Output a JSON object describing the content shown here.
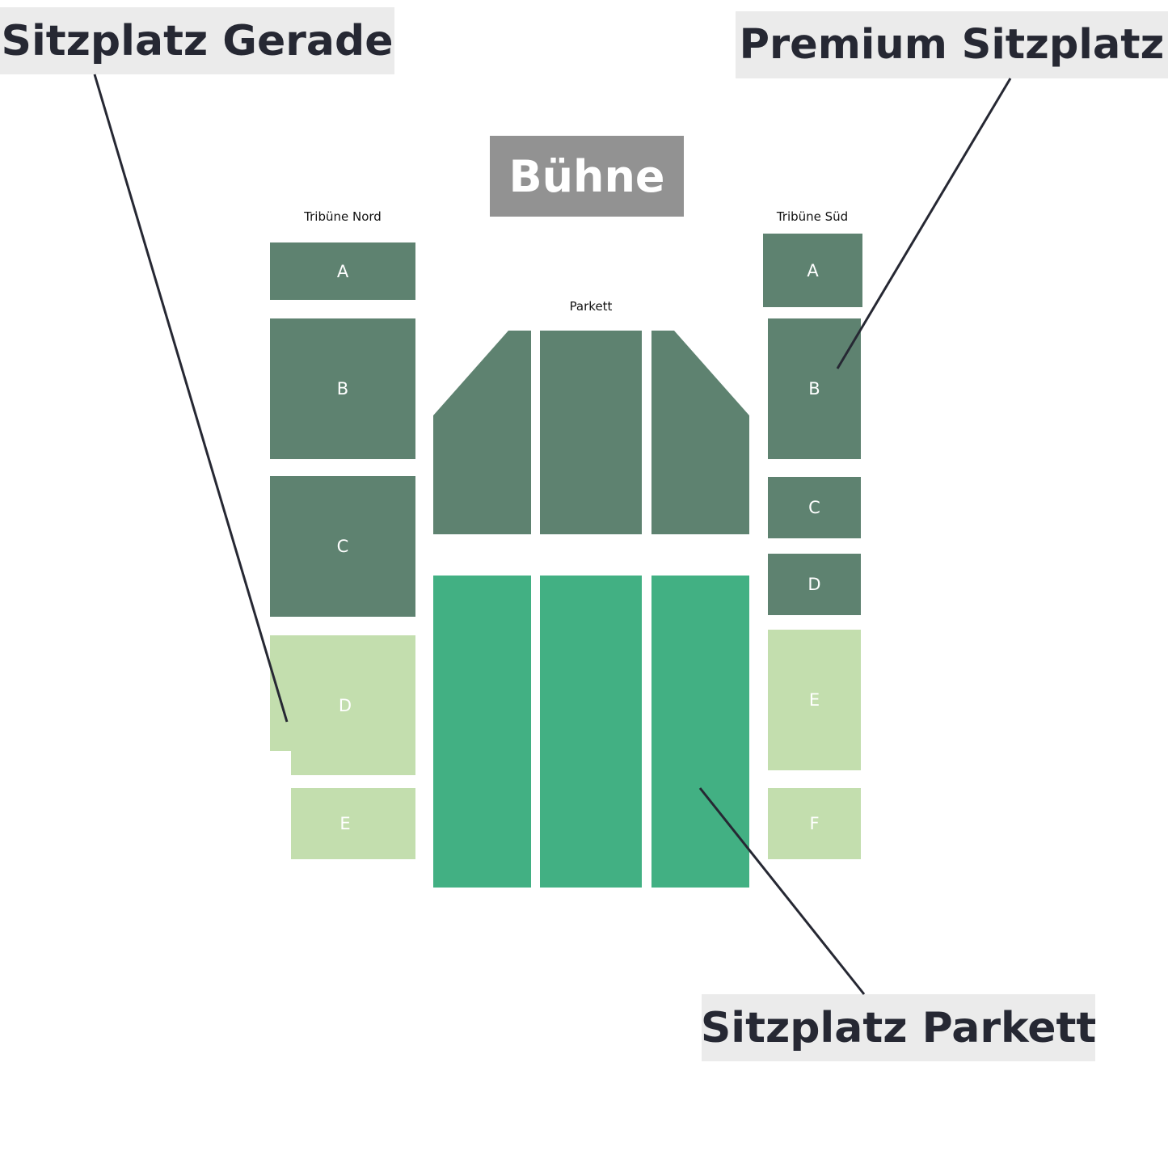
{
  "callouts": {
    "gerade": "Sitzplatz Gerade",
    "premium": "Premium Sitzplatz",
    "parkett": "Sitzplatz Parkett"
  },
  "stage": {
    "label": "Bühne"
  },
  "tribune_nord": {
    "title": "Tribüne Nord",
    "blocks": [
      "A",
      "B",
      "C",
      "D",
      "E"
    ]
  },
  "tribune_sued": {
    "title": "Tribüne Süd",
    "blocks": [
      "A",
      "B",
      "C",
      "D",
      "E",
      "F"
    ]
  },
  "parkett": {
    "title": "Parkett"
  },
  "colors": {
    "premium": "#5e8270",
    "gerade": "#c3deae",
    "parkett": "#42b083",
    "stage": "#929292",
    "callout_bg": "#ebebeb",
    "callout_text": "#262833"
  }
}
